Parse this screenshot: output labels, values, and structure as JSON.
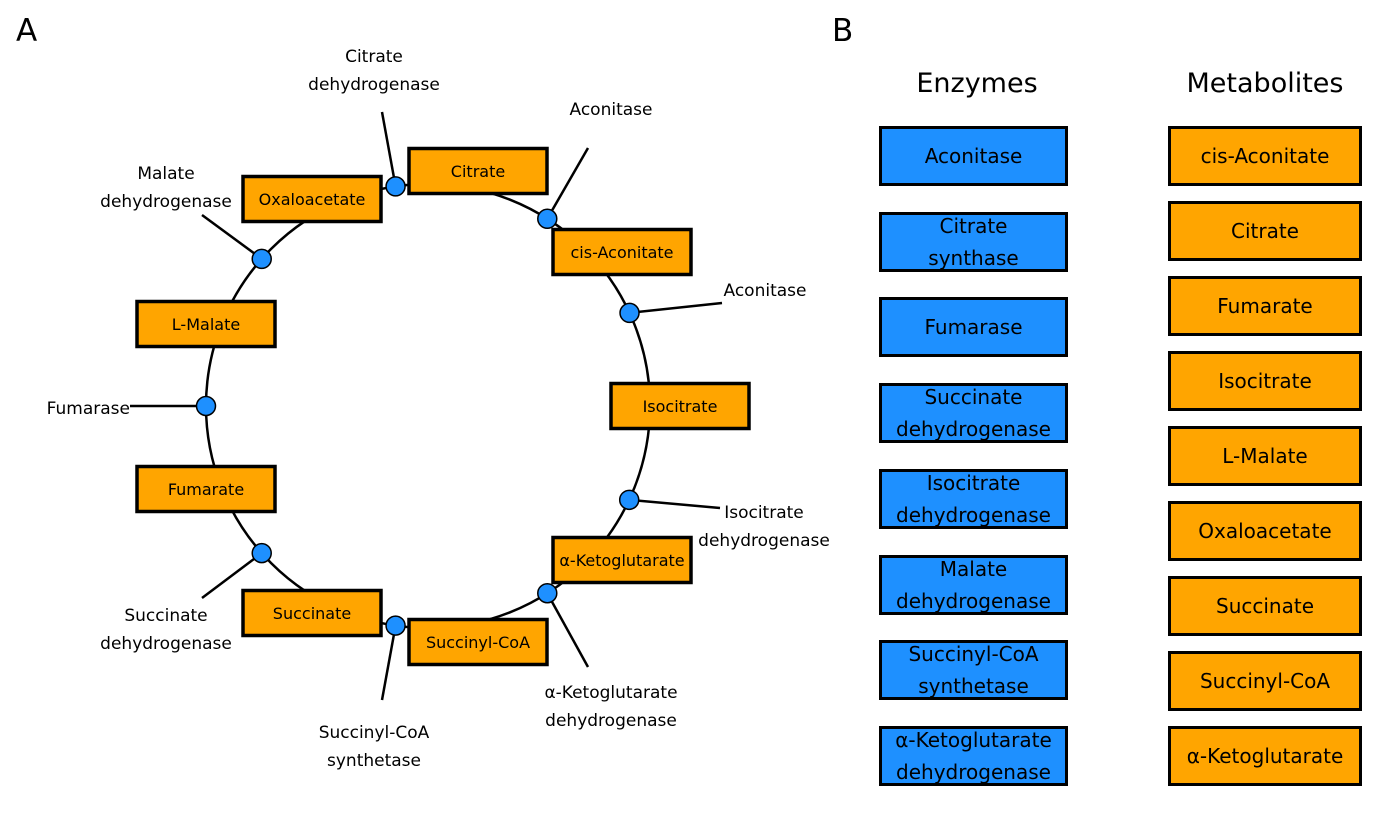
{
  "panels": {
    "a": "A",
    "b": "B"
  },
  "colors": {
    "enzyme": "#1e90ff",
    "metabolite": "#ffa500",
    "stroke": "#000000"
  },
  "cycle": {
    "metabolites": [
      {
        "id": "citrate",
        "label": "Citrate"
      },
      {
        "id": "cis-aconitate",
        "label": "cis-Aconitate"
      },
      {
        "id": "isocitrate",
        "label": "Isocitrate"
      },
      {
        "id": "alpha-ketoglutarate",
        "label": "α-Ketoglutarate"
      },
      {
        "id": "succinyl-coa",
        "label": "Succinyl-CoA"
      },
      {
        "id": "succinate",
        "label": "Succinate"
      },
      {
        "id": "fumarate",
        "label": "Fumarate"
      },
      {
        "id": "l-malate",
        "label": "L-Malate"
      },
      {
        "id": "oxaloacetate",
        "label": "Oxaloacetate"
      }
    ],
    "enzymes": [
      {
        "id": "citrate-dehydrogenase",
        "lines": [
          "Citrate",
          "dehydrogenase"
        ]
      },
      {
        "id": "aconitase-1",
        "lines": [
          "Aconitase"
        ]
      },
      {
        "id": "aconitase-2",
        "lines": [
          "Aconitase"
        ]
      },
      {
        "id": "isocitrate-dehydrogenase",
        "lines": [
          "Isocitrate",
          "dehydrogenase"
        ]
      },
      {
        "id": "alpha-ketoglutarate-dehydrogenase",
        "lines": [
          "α-Ketoglutarate",
          "dehydrogenase"
        ]
      },
      {
        "id": "succinyl-coa-synthetase",
        "lines": [
          "Succinyl-CoA",
          "synthetase"
        ]
      },
      {
        "id": "succinate-dehydrogenase",
        "lines": [
          "Succinate",
          "dehydrogenase"
        ]
      },
      {
        "id": "fumarase",
        "lines": [
          "Fumarase"
        ]
      },
      {
        "id": "malate-dehydrogenase",
        "lines": [
          "Malate",
          "dehydrogenase"
        ]
      }
    ]
  },
  "legend": {
    "enzymes_title": "Enzymes",
    "metabolites_title": "Metabolites",
    "enzymes": [
      [
        "Aconitase"
      ],
      [
        "Citrate",
        "synthase"
      ],
      [
        "Fumarase"
      ],
      [
        "Succinate",
        "dehydrogenase"
      ],
      [
        "Isocitrate",
        "dehydrogenase"
      ],
      [
        "Malate",
        "dehydrogenase"
      ],
      [
        "Succinyl-CoA",
        "synthetase"
      ],
      [
        "α-Ketoglutarate",
        "dehydrogenase"
      ]
    ],
    "metabolites": [
      "cis-Aconitate",
      "Citrate",
      "Fumarate",
      "Isocitrate",
      "L-Malate",
      "Oxaloacetate",
      "Succinate",
      "Succinyl-CoA",
      "α-Ketoglutarate"
    ]
  }
}
